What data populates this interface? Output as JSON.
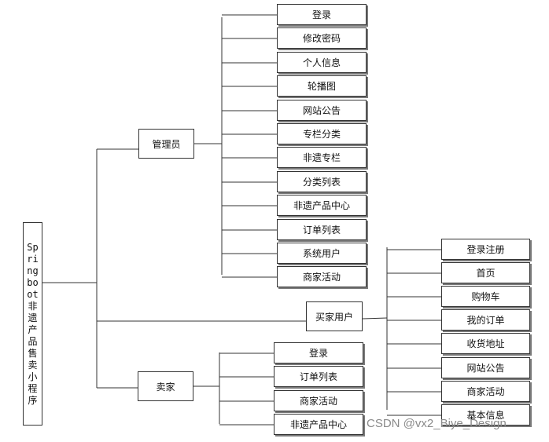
{
  "root": {
    "lines": [
      "Sp",
      "ri",
      "ng",
      "bo",
      "ot",
      "非",
      "遗",
      "产",
      "品",
      "售",
      "卖",
      "小",
      "程",
      "序"
    ]
  },
  "admin": {
    "label": "管理员",
    "items": [
      "登录",
      "修改密码",
      "个人信息",
      "轮播图",
      "网站公告",
      "专栏分类",
      "非遗专栏",
      "分类列表",
      "非遗产品中心",
      "订单列表",
      "系统用户",
      "商家活动"
    ]
  },
  "buyer": {
    "label": "买家用户",
    "items": [
      "登录注册",
      "首页",
      "购物车",
      "我的订单",
      "收货地址",
      "网站公告",
      "商家活动",
      "基本信息"
    ]
  },
  "seller": {
    "label": "卖家",
    "items": [
      "登录",
      "订单列表",
      "商家活动",
      "非遗产品中心"
    ]
  },
  "watermark": "CSDN @vx2_Biye_Design"
}
